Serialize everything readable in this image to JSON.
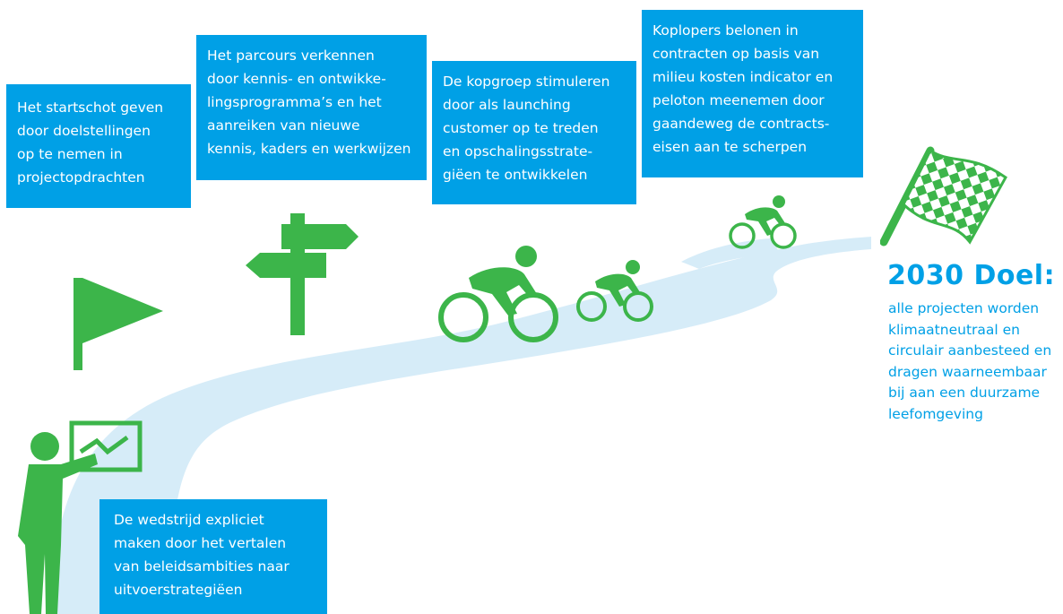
{
  "steps": [
    {
      "text": "Het startschot geven\ndoor doelstellingen\nop te nemen in\nprojectopdrachten"
    },
    {
      "text": "Het parcours verkennen\ndoor kennis- en ontwikke-\nlingsprogramma’s en het\naanreiken van nieuwe\nkennis, kaders en werkwijzen"
    },
    {
      "text": "De kopgroep stimuleren\ndoor als launching\ncustomer op te treden\nen opschalingsstrate-\ngiëen te ontwikkelen"
    },
    {
      "text": "Koplopers belonen in\ncontracten op basis van\nmilieu kosten indicator en\npeloton meenemen door\ngaandeweg de contracts-\neisen aan te scherpen"
    },
    {
      "text": "De wedstrijd expliciet\nmaken door het vertalen\nvan beleidsambities naar\nuitvoerstrategiëen"
    }
  ],
  "goal": {
    "title": "2030 Doel:",
    "text": "alle projecten worden\nklimaatneutraal en\ncirculair aanbesteed en\ndragen waarneembaar\nbij aan een duurzame\nleefomgeving"
  },
  "colors": {
    "box": "#00a0e6",
    "icon": "#3cb54a",
    "road": "#d6ecf8"
  },
  "icons": [
    "presenter-icon",
    "start-flag-icon",
    "signpost-icon",
    "cyclist-icon",
    "finish-flag-icon"
  ]
}
